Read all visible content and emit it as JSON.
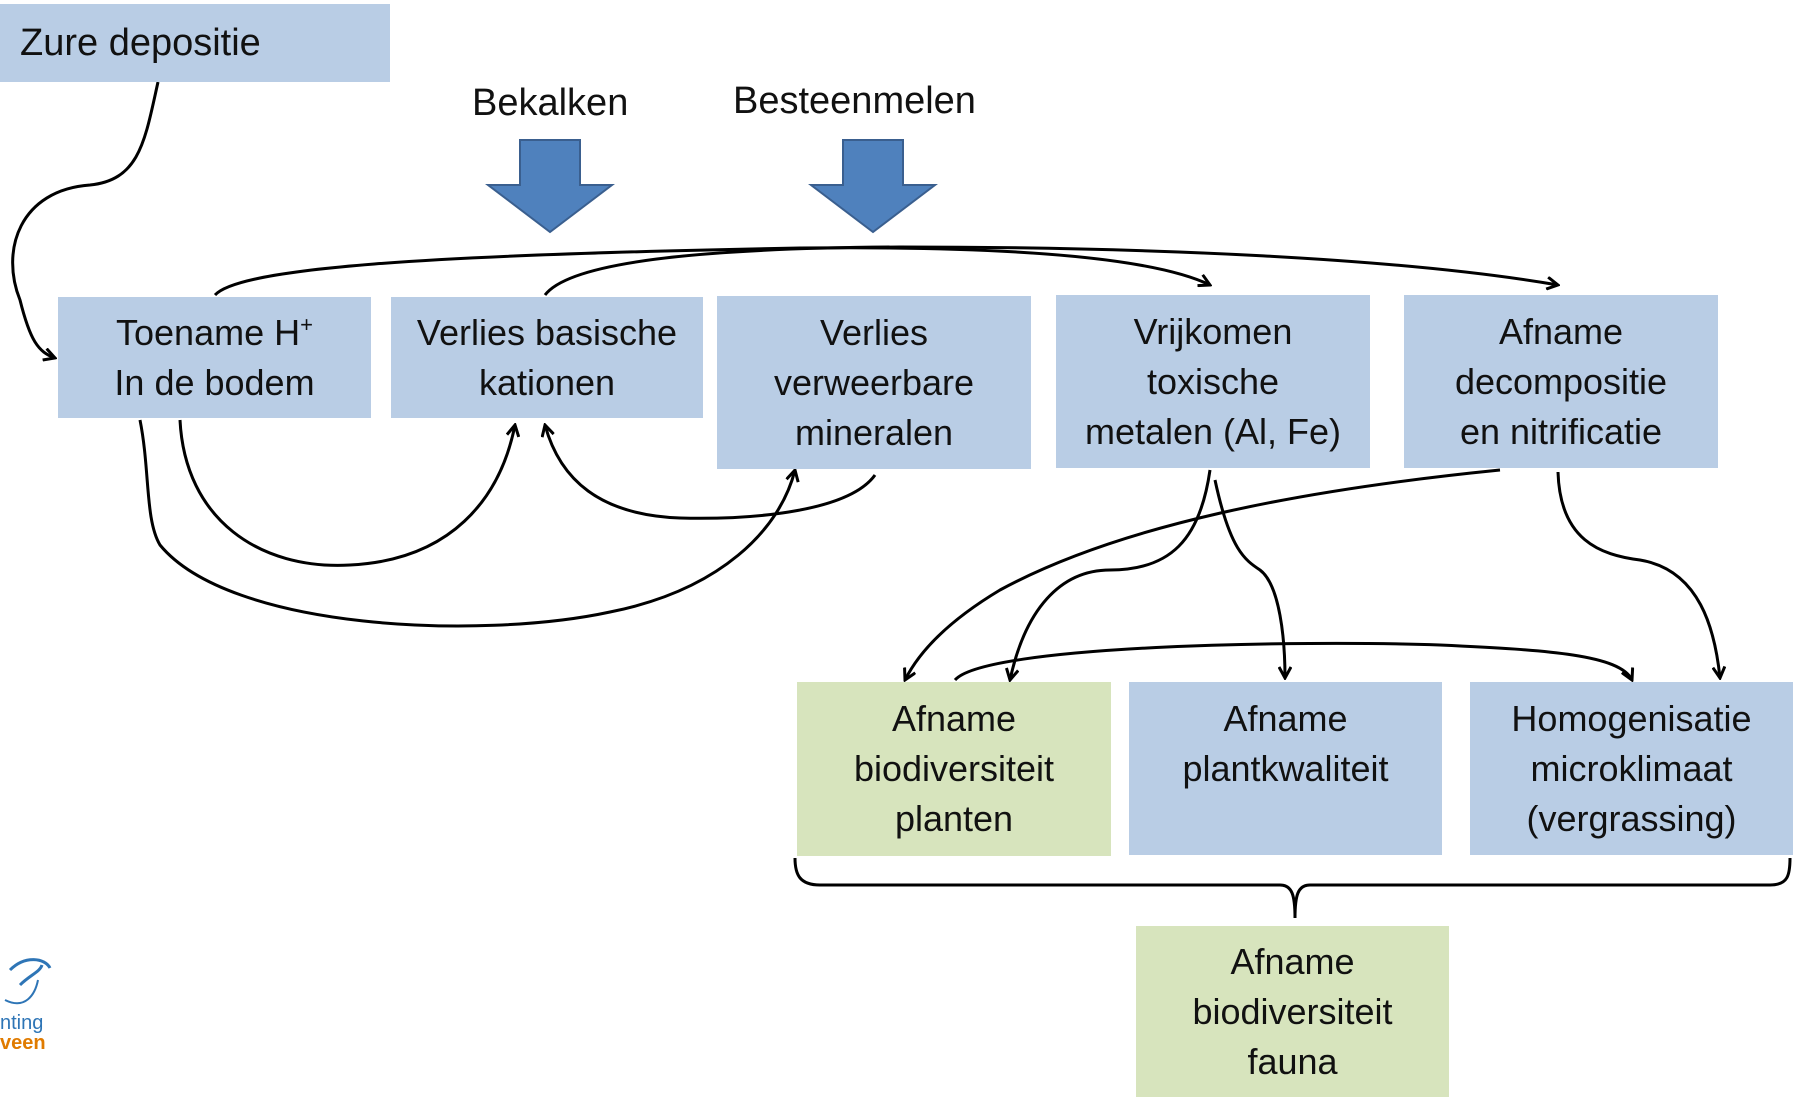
{
  "labels": {
    "bekalken": "Bekalken",
    "besteenmelen": "Besteenmelen"
  },
  "nodes": {
    "zure_depositie": "Zure depositie",
    "toename_h_base": "Toename H",
    "toename_h_sup": "+",
    "toename_h_line2": "In de bodem",
    "verlies_kationen": "Verlies basische\nkationen",
    "verlies_mineralen": "Verlies\nverweerbare\nmineralen",
    "vrijkomen_metalen": "Vrijkomen\ntoxische\nmetalen (Al, Fe)",
    "afname_decompositie": "Afname\ndecompositie\nen nitrificatie",
    "afname_biodiv_planten": "Afname\nbiodiversiteit\nplanten",
    "afname_plantkwaliteit": "Afname\nplantkwaliteit",
    "homogenisatie": "Homogenisatie\nmicroklimaat\n(vergrassing)",
    "afname_biodiv_fauna": "Afname\nbiodiversiteit\nfauna"
  },
  "logo": {
    "line1": "nting",
    "line2": "veen"
  },
  "colors": {
    "process_box": "#b9cde5",
    "effect_box": "#d7e4bd",
    "measure_arrow": "#4f81bd",
    "measure_arrow_stroke": "#3a5f8f",
    "edge": "#000000"
  }
}
